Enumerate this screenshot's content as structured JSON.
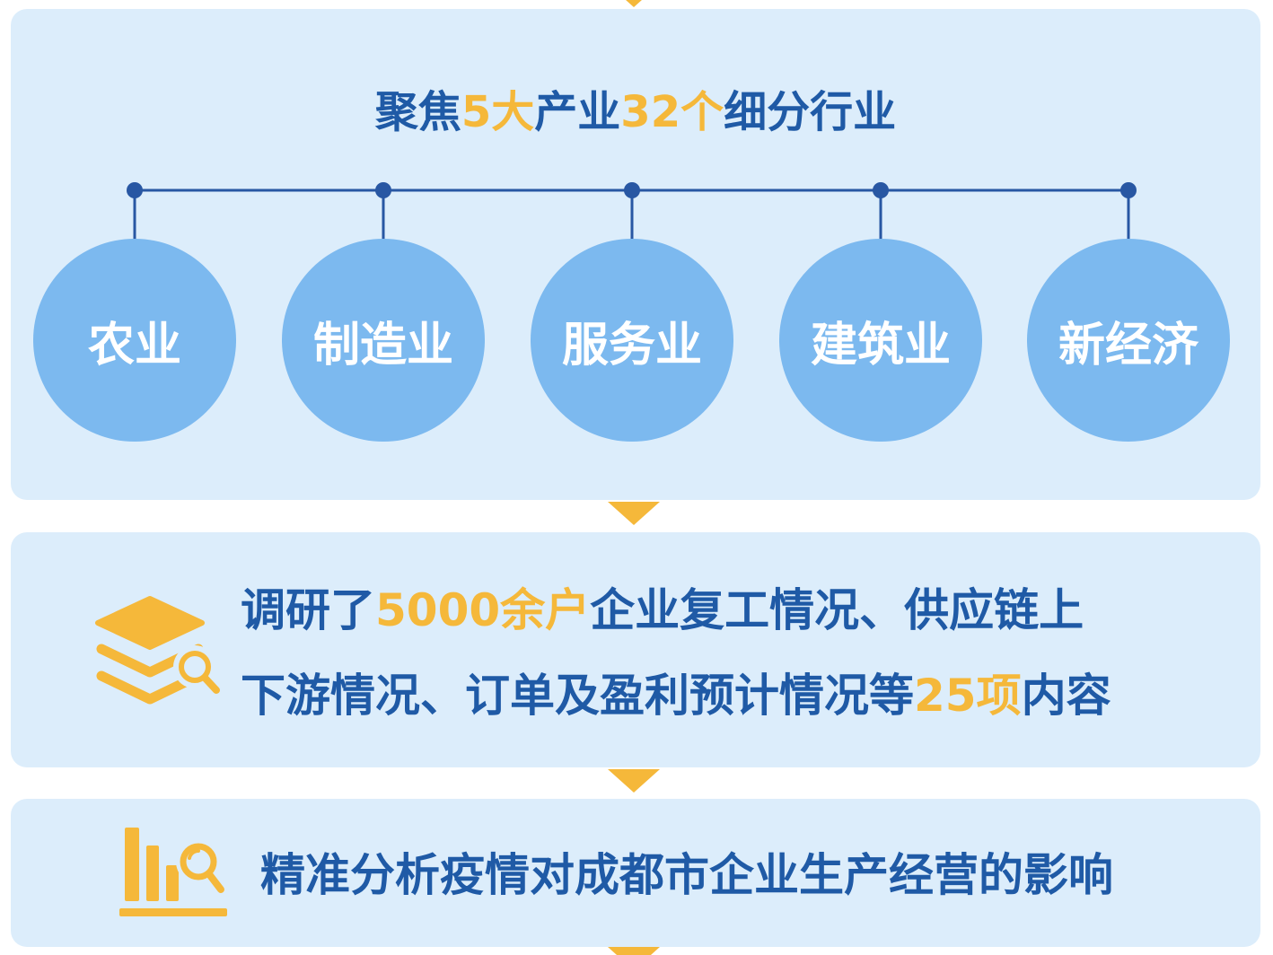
{
  "colors": {
    "panel_background": "#dcedfb",
    "primary_text": "#1f5aa6",
    "accent": "#f5b83a",
    "circle_fill": "#7cb9ef",
    "connector": "#2857a3"
  },
  "flow_arrow_icon": "arrow-down-icon",
  "focus_panel": {
    "title": {
      "part1": "聚焦",
      "highlight1": "5大",
      "part2": "产业",
      "highlight2": "32个",
      "part3": "细分行业"
    },
    "industries": [
      "农业",
      "制造业",
      "服务业",
      "建筑业",
      "新经济"
    ]
  },
  "survey_panel": {
    "icon": "layers-search-icon",
    "line1": {
      "prefix": "调研了",
      "highlight": "5000余户",
      "suffix": "企业复工情况、供应链上"
    },
    "line2": {
      "prefix": "下游情况、订单及盈利预计情况等",
      "highlight": "25项",
      "suffix": "内容"
    }
  },
  "analysis_panel": {
    "icon": "bar-chart-search-icon",
    "text": "精准分析疫情对成都市企业生产经营的影响"
  }
}
